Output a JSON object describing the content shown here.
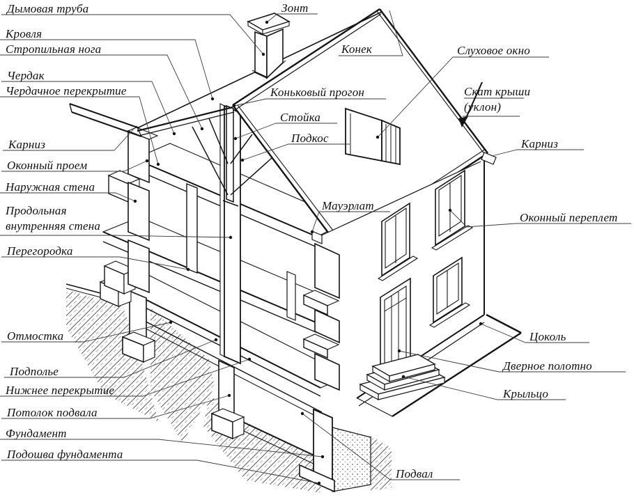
{
  "diagram": {
    "type": "architectural-cutaway-house-section",
    "language": "ru",
    "colors": {
      "line": "#141414",
      "leader": "#3a3a3a",
      "background": "#ffffff"
    },
    "labels": [
      {
        "id": "dymovaya-truba",
        "text": "Дымовая труба"
      },
      {
        "id": "krovlya",
        "text": "Кровля"
      },
      {
        "id": "stropilnaya-noga",
        "text": "Стропильная нога"
      },
      {
        "id": "cherdak",
        "text": "Чердак"
      },
      {
        "id": "cherdachnoe-perekrytie",
        "text": "Чердачное перекрытие"
      },
      {
        "id": "karniz-left",
        "text": "Карниз"
      },
      {
        "id": "okonnyi-proem",
        "text": "Оконный проем"
      },
      {
        "id": "naruzhnaya-stena",
        "text": "Наружная стена"
      },
      {
        "id": "prodolnaya-vnutrennyaya-stena",
        "text": "Продольная\nвнутренняя стена"
      },
      {
        "id": "peregorodka",
        "text": "Перегородка"
      },
      {
        "id": "otmostka",
        "text": "Отмостка"
      },
      {
        "id": "podpolye",
        "text": "Подполье"
      },
      {
        "id": "nizhnee-perekrytie",
        "text": "Нижнее перекрытие"
      },
      {
        "id": "potolok-podvala",
        "text": "Потолок подвала"
      },
      {
        "id": "fundament",
        "text": "Фундамент"
      },
      {
        "id": "podoshva-fundamenta",
        "text": "Подошва фундамента"
      },
      {
        "id": "zont",
        "text": "Зонт"
      },
      {
        "id": "konek",
        "text": "Конек"
      },
      {
        "id": "slukhovoe-okno",
        "text": "Слуховое окно"
      },
      {
        "id": "skat-kryshi",
        "text": "Скат крыши\n(уклон)"
      },
      {
        "id": "karniz-right",
        "text": "Карниз"
      },
      {
        "id": "okonnyi-pereplet",
        "text": "Оконный переплет"
      },
      {
        "id": "tsokol",
        "text": "Цоколь"
      },
      {
        "id": "dvernoe-polotno",
        "text": "Дверное полотно"
      },
      {
        "id": "kryltso",
        "text": "Крыльцо"
      },
      {
        "id": "podval",
        "text": "Подвал"
      },
      {
        "id": "konkovyi-progon",
        "text": "Коньковый прогон"
      },
      {
        "id": "stoika",
        "text": "Стойка"
      },
      {
        "id": "podkos",
        "text": "Подкос"
      },
      {
        "id": "mauerlat",
        "text": "Мауэрлат"
      }
    ]
  }
}
